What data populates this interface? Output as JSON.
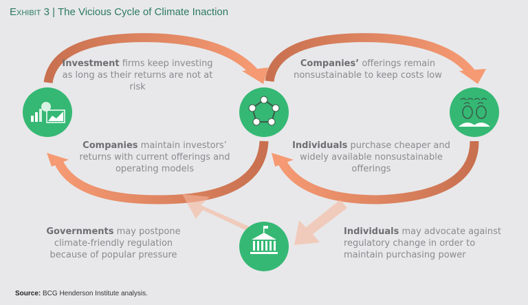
{
  "title": {
    "exhibit": "Exhibit 3",
    "separator": "|",
    "text": "The Vicious Cycle of Climate Inaction"
  },
  "labels": {
    "investment": {
      "bold": "Investment",
      "rest": " firms keep investing as long as their returns are not at risk"
    },
    "companies_offerings": {
      "bold": "Companies’",
      "rest": " offerings remain nonsustainable to keep costs low"
    },
    "companies_maintain": {
      "bold": "Companies",
      "rest": " maintain investors’ returns with current offerings and operating models"
    },
    "individuals_purchase": {
      "bold": "Individuals",
      "rest": " purchase cheaper and widely available nonsustainable offerings"
    },
    "governments": {
      "bold": "Governments",
      "rest": " may postpone climate-friendly regulation because of popular pressure"
    },
    "individuals_advocate": {
      "bold": "Individuals",
      "rest": " may advocate against regulatory change in order to maintain purchasing power"
    }
  },
  "nodes": [
    {
      "icon": "investment-charts-icon"
    },
    {
      "icon": "company-network-icon"
    },
    {
      "icon": "individuals-people-icon"
    },
    {
      "icon": "government-building-icon"
    }
  ],
  "source": {
    "label": "Source:",
    "text": " BCG Henderson Institute analysis."
  },
  "colors": {
    "green": "#35b874",
    "arrow_dark": "#c8704f",
    "arrow_light": "#f59a73",
    "title": "#2c7a5e"
  }
}
